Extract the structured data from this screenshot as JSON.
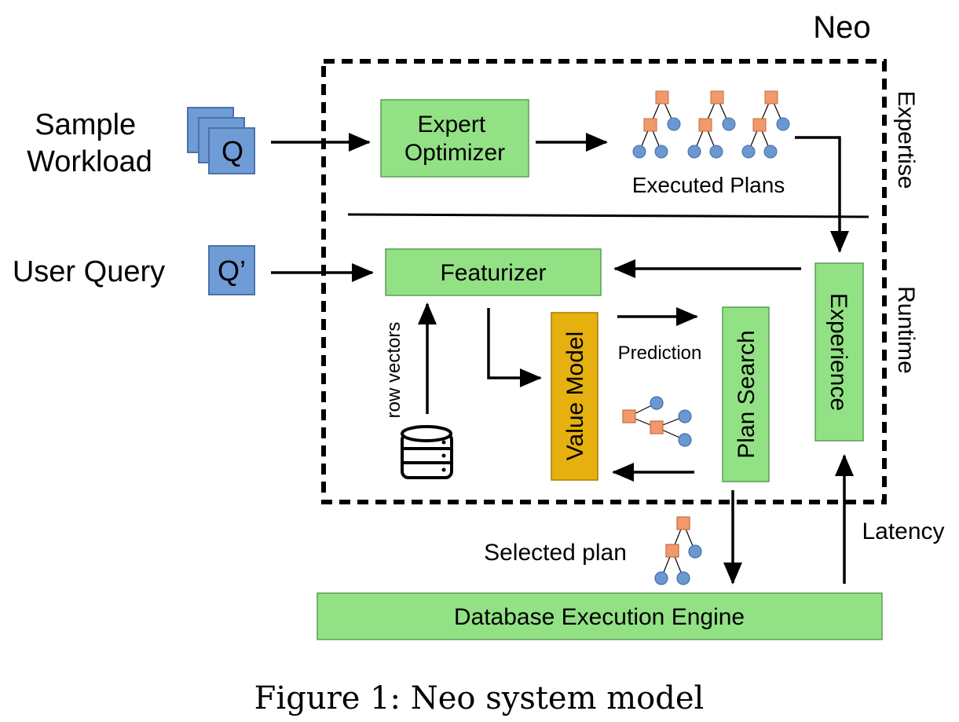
{
  "title": "Neo",
  "side_labels": {
    "top": "Expertise",
    "bottom": "Runtime"
  },
  "inputs": {
    "sample_workload_lines": [
      "Sample",
      "Workload"
    ],
    "sample_query_glyph": "Q",
    "user_query": "User Query",
    "user_query_glyph": "Q’"
  },
  "boxes": {
    "expert_optimizer_lines": [
      "Expert",
      "Optimizer"
    ],
    "featurizer": "Featurizer",
    "value_model": "Value Model",
    "plan_search": "Plan Search",
    "experience": "Experience",
    "db_engine": "Database Execution Engine"
  },
  "labels": {
    "executed_plans": "Executed Plans",
    "row_vectors": "row vectors",
    "prediction": "Prediction",
    "selected_plan": "Selected plan",
    "latency": "Latency"
  },
  "caption": "Figure 1: Neo system model",
  "colors": {
    "box_green": "#93e185",
    "box_gold": "#e6b10f",
    "query_blue": "#6f9bd6",
    "tree_node_orange": "#f2996b",
    "tree_node_blue": "#6b98d1"
  },
  "icons": [
    "database-icon",
    "plan-tree-icon"
  ]
}
